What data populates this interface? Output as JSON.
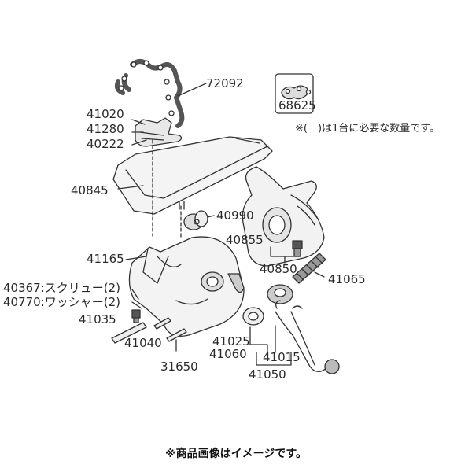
{
  "parts": {
    "p72092": "72092",
    "p68625": "68625",
    "p41020": "41020",
    "p41280": "41280",
    "p40222": "40222",
    "p40845": "40845",
    "p40990": "40990",
    "p40855": "40855",
    "p41165": "41165",
    "p40850": "40850",
    "p41065": "41065",
    "p40367": "40367:スクリュー(2)",
    "p40770": "40770:ワッシャー(2)",
    "p41035": "41035",
    "p41040": "41040",
    "p41025": "41025",
    "p41060": "41060",
    "p41015": "41015",
    "p31650": "31650",
    "p41050": "41050"
  },
  "note": "※(　)は1台に必要な数量です。",
  "caption": "※商品画像はイメージです。"
}
